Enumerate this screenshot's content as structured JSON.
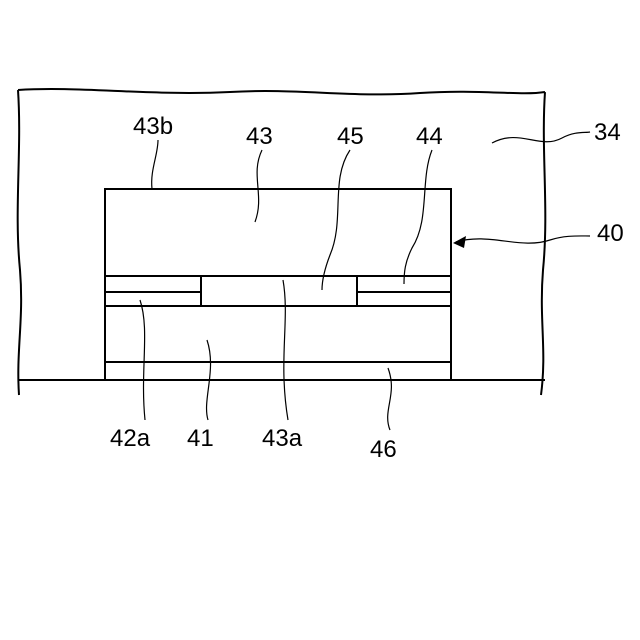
{
  "labels": {
    "l34": "34",
    "l40": "40",
    "l43b": "43b",
    "l43": "43",
    "l45": "45",
    "l44": "44",
    "l42a": "42a",
    "l41": "41",
    "l43a": "43a",
    "l46": "46"
  }
}
